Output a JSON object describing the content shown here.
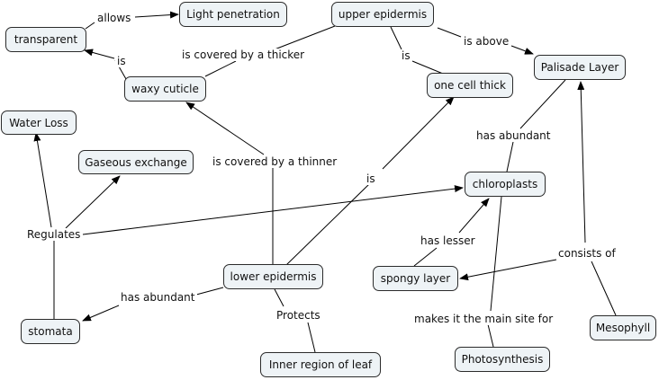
{
  "nodes": {
    "light_penetration": "Light penetration",
    "upper_epidermis": "upper epidermis",
    "transparent": "transparent",
    "palisade_layer": "Palisade Layer",
    "waxy_cuticle": "waxy cuticle",
    "one_cell_thick": "one cell thick",
    "water_loss": "Water Loss",
    "gaseous_exchange": "Gaseous exchange",
    "chloroplasts": "chloroplasts",
    "lower_epidermis": "lower epidermis",
    "spongy_layer": "spongy layer",
    "stomata": "stomata",
    "mesophyll": "Mesophyll",
    "inner_region": "Inner region of leaf",
    "photosynthesis": "Photosynthesis"
  },
  "links": {
    "allows": "allows",
    "is_above": "is above",
    "is_covered_thicker": "is covered by a thicker",
    "is_upper": "is",
    "is_cuticle": "is",
    "has_abundant_palisade": "has abundant",
    "is_covered_thinner": "is covered by a thinner",
    "is_lower": "is",
    "regulates": "Regulates",
    "has_lesser": "has lesser",
    "consists_of": "consists of",
    "has_abundant_lower": "has abundant",
    "protects": "Protects",
    "makes_main_site": "makes it the main site for"
  }
}
